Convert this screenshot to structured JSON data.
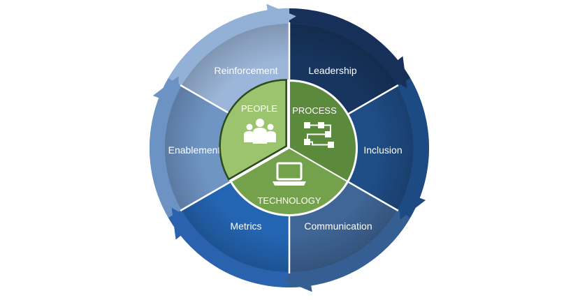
{
  "diagram": {
    "outer_segments": [
      {
        "label": "Leadership",
        "color": "#17355f"
      },
      {
        "label": "Inclusion",
        "color": "#1f4d86"
      },
      {
        "label": "Communication",
        "color": "#3f6697"
      },
      {
        "label": "Metrics",
        "color": "#2465b3"
      },
      {
        "label": "Enablement",
        "color": "#6f95c5"
      },
      {
        "label": "Reinforcement",
        "color": "#9cb6d9"
      }
    ],
    "core": {
      "people": {
        "label": "PEOPLE",
        "icon": "people-group-icon",
        "color": "#9cc46e"
      },
      "process": {
        "label": "PROCESS",
        "icon": "flowchart-icon",
        "color": "#5b8a3c"
      },
      "technology": {
        "label": "TECHNOLOGY",
        "icon": "laptop-icon",
        "color": "#74a14c"
      }
    },
    "cycle_arrows": {
      "count": 6,
      "color": "#3d6ea8"
    }
  }
}
